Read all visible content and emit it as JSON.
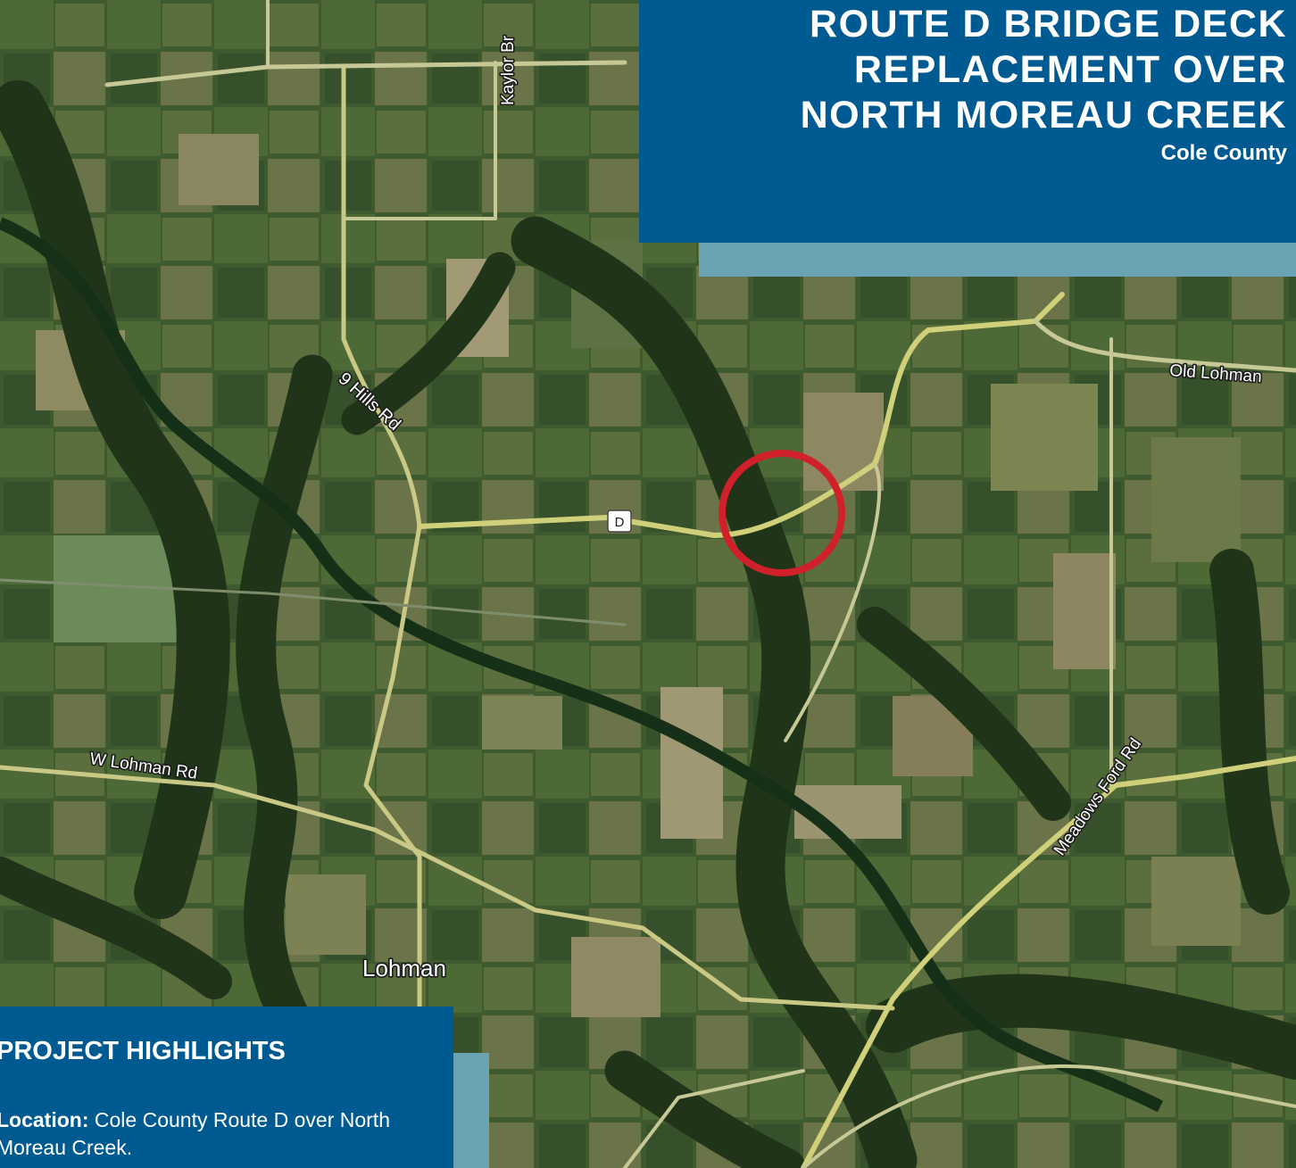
{
  "title": {
    "lines": [
      "ROUTE D BRIDGE DECK",
      "REPLACEMENT OVER",
      "NORTH MOREAU CREEK"
    ],
    "county": "Cole County"
  },
  "map_labels": {
    "kaylor": "Kaylor Br",
    "nine_hills": "9 Hills Rd",
    "old_lohman": "Old Lohman",
    "route_shield": "D",
    "w_lohman": "W Lohman Rd",
    "meadows_ford": "Meadows Ford Rd",
    "lohman_town": "Lohman"
  },
  "highlights": {
    "heading": "PROJECT HIGHLIGHTS",
    "location_label": "Location:",
    "location_text": " Cole County Route D over North Moreau Creek."
  },
  "colors": {
    "panel_blue": "#005a92",
    "panel_accent": "#6aa3b4",
    "marker_red": "#d0202a",
    "road_yellow": "#cfd07a"
  }
}
